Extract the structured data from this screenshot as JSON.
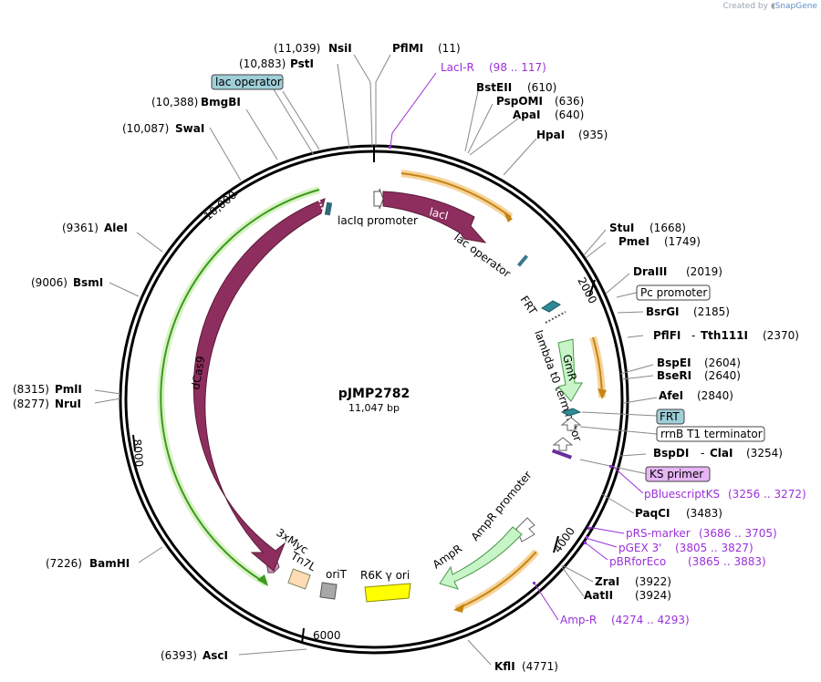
{
  "credit": {
    "prefix": "Created by",
    "brand": "SnapGene"
  },
  "plasmid": {
    "name": "pJMP2782",
    "length": "11,047 bp"
  },
  "ticks": [
    "2000",
    "4000",
    "6000",
    "8000",
    "10,000"
  ],
  "features": {
    "lacI": "lacI",
    "lacIq_promoter": "lacIq promoter",
    "lac_operator_inner": "lac operator",
    "FRT_1": "FRT",
    "lambda_t0": "lambda t0 terminator",
    "GmR": "GmR",
    "dCas9": "dCas9",
    "xMyc": "3xMyc",
    "Tn7L": "Tn7L",
    "oriT": "oriT",
    "R6K": "R6K γ ori",
    "AmpR": "AmpR",
    "AmpR_promoter": "AmpR promoter"
  },
  "box_labels": {
    "lac_operator": "lac operator",
    "Pc_promoter": "Pc promoter",
    "FRT": "FRT",
    "rrnB": "rrnB T1 terminator",
    "KS_primer": "KS primer"
  },
  "sites": [
    {
      "name": "PflMI",
      "pos": "(11)"
    },
    {
      "name": "NsiI",
      "pos": "(11,039)"
    },
    {
      "name": "PstI",
      "pos": "(10,883)"
    },
    {
      "name": "BmgBI",
      "pos": "(10,388)"
    },
    {
      "name": "SwaI",
      "pos": "(10,087)"
    },
    {
      "name": "AleI",
      "pos": "(9361)"
    },
    {
      "name": "BsmI",
      "pos": "(9006)"
    },
    {
      "name": "PmlI",
      "pos": "(8315)"
    },
    {
      "name": "NruI",
      "pos": "(8277)"
    },
    {
      "name": "BamHI",
      "pos": "(7226)"
    },
    {
      "name": "AscI",
      "pos": "(6393)"
    },
    {
      "name": "KflI",
      "pos": "(4771)"
    },
    {
      "name": "BstEII",
      "pos": "(610)"
    },
    {
      "name": "PspOMI",
      "pos": "(636)"
    },
    {
      "name": "ApaI",
      "pos": "(640)"
    },
    {
      "name": "HpaI",
      "pos": "(935)"
    },
    {
      "name": "StuI",
      "pos": "(1668)"
    },
    {
      "name": "PmeI",
      "pos": "(1749)"
    },
    {
      "name": "DraIII",
      "pos": "(2019)"
    },
    {
      "name": "BsrGI",
      "pos": "(2185)"
    },
    {
      "name": "PflFI",
      "name2": "Tth111I",
      "pos": "(2370)"
    },
    {
      "name": "BspEI",
      "pos": "(2604)"
    },
    {
      "name": "BseRI",
      "pos": "(2640)"
    },
    {
      "name": "AfeI",
      "pos": "(2840)"
    },
    {
      "name": "BspDI",
      "name2": "ClaI",
      "pos": "(3254)"
    },
    {
      "name": "PaqCI",
      "pos": "(3483)"
    },
    {
      "name": "ZraI",
      "pos": "(3922)"
    },
    {
      "name": "AatII",
      "pos": "(3924)"
    }
  ],
  "primers": [
    {
      "name": "LacI-R",
      "pos": "(98 .. 117)"
    },
    {
      "name": "pBluescriptKS",
      "pos": "(3256 .. 3272)"
    },
    {
      "name": "pRS-marker",
      "pos": "(3686 .. 3705)"
    },
    {
      "name": "pGEX 3'",
      "pos": "(3805 .. 3827)"
    },
    {
      "name": "pBRforEco",
      "pos": "(3865 .. 3883)"
    },
    {
      "name": "Amp-R",
      "pos": "(4274 .. 4293)"
    }
  ],
  "colors": {
    "backbone": "#000000",
    "lacI": "#8e2e5e",
    "dCas9": "#8e2e5e",
    "GmR": "#c8f5c8",
    "AmpR": "#c8f5c8",
    "R6K": "#ffff00",
    "oriT": "#a8a8a8",
    "Tn7L": "#ffdcb4",
    "primer": "#9b30d9",
    "orange_arc": "#d98a12",
    "green_arc": "#58b838",
    "box_blue": "#9fcfd9",
    "box_purple": "#e6b5f5"
  }
}
